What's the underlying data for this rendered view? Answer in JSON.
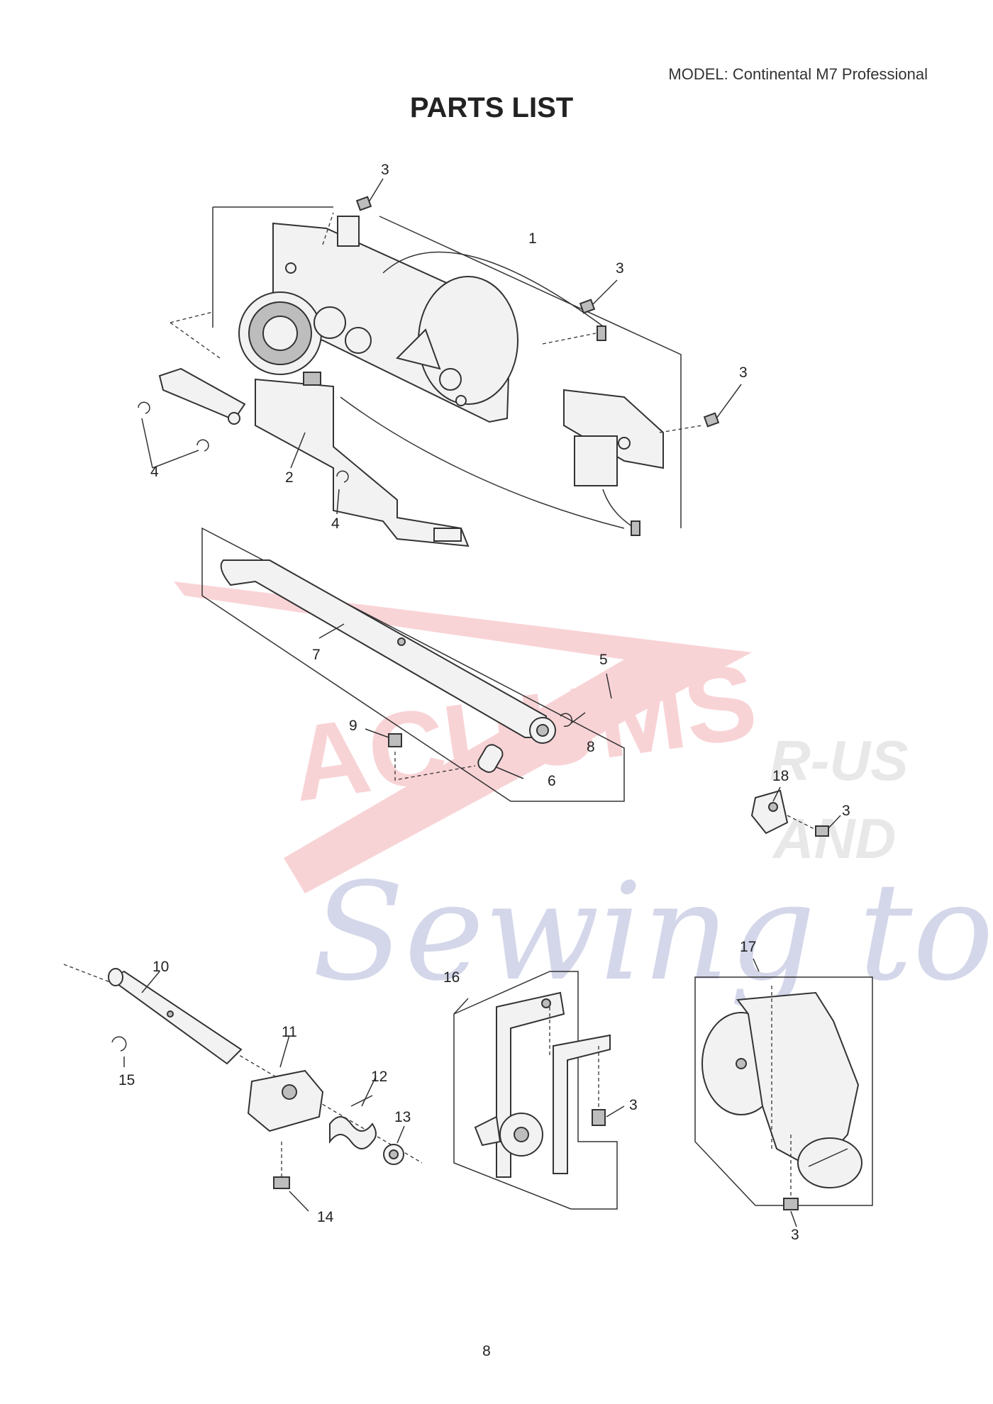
{
  "header": {
    "model": "MODEL: Continental M7 Professional"
  },
  "title": "PARTS LIST",
  "watermark": {
    "line1": "ACUUMS",
    "line2": "R-US",
    "line3": "AND",
    "line4": "Sewing too",
    "colors": {
      "red": "#e23b4a",
      "blue": "#3f4fa5",
      "grey": "#9a9a9a"
    }
  },
  "callouts": {
    "c1": "1",
    "c2": "2",
    "c3a": "3",
    "c3b": "3",
    "c3c": "3",
    "c3d": "3",
    "c3e": "3",
    "c3f": "3",
    "c4a": "4",
    "c4b": "4",
    "c5": "5",
    "c6": "6",
    "c7": "7",
    "c8": "8",
    "c9": "9",
    "c10": "10",
    "c11": "11",
    "c12": "12",
    "c13": "13",
    "c14": "14",
    "c15": "15",
    "c16": "16",
    "c17": "17",
    "c18": "18"
  },
  "page_number": "8"
}
